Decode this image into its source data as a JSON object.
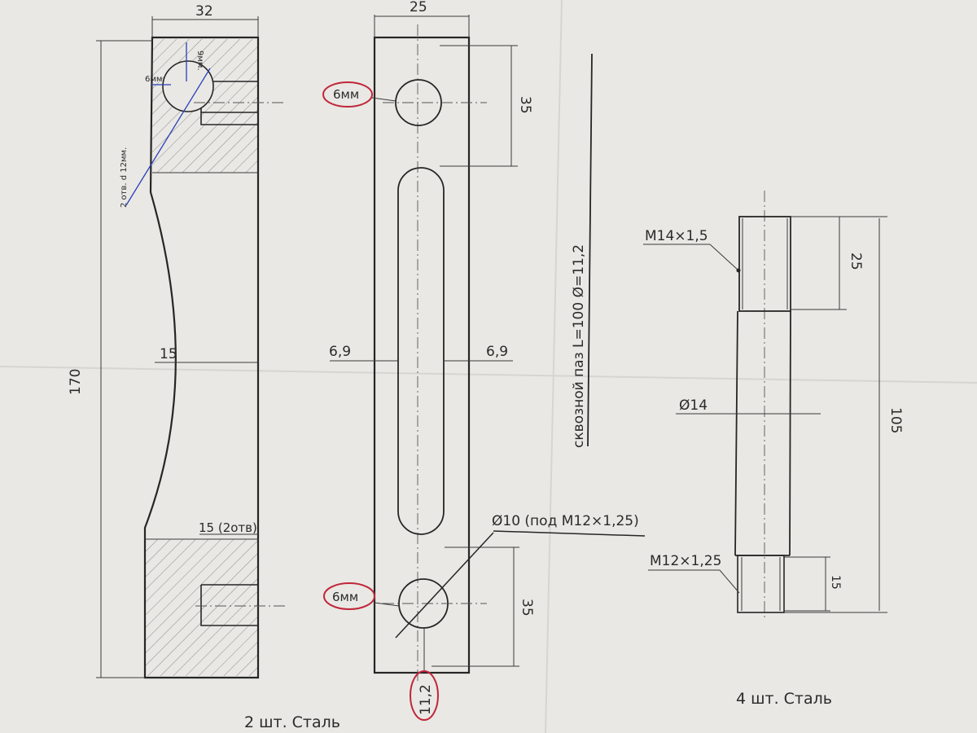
{
  "part2": {
    "side_view": {
      "dim_width": "32",
      "dim_height": "170",
      "dim_waist": "15",
      "dim_hole_depth": "15 (2отв)",
      "note_hole": "2 отв. d 12мм.",
      "note_9mm": "9мм.",
      "note_6mm": "6мм."
    },
    "front_view": {
      "dim_width": "25",
      "dim_top_35": "35",
      "dim_bottom_35": "35",
      "dim_left_edge": "6,9",
      "dim_right_edge": "6,9",
      "callout_hole": "Ø10 (под М12×1,25)",
      "label_top_hole": "6мм",
      "label_bottom_hole": "6мм",
      "label_bottom_value": "11,2"
    },
    "slot_note": "сквозной паз  L=100  Ø=11,2",
    "caption": "2 шт. Сталь"
  },
  "part4": {
    "thread_top": "М14×1,5",
    "dim_thread_top": "25",
    "dim_diameter": "Ø14",
    "dim_length": "105",
    "thread_bottom": "М12×1,25",
    "dim_thread_bottom": "15",
    "caption": "4 шт. Сталь"
  },
  "colors": {
    "paper": "#e9e8e4",
    "ink": "#262626",
    "annotation_blue": "#2b3fb8",
    "highlight_red": "#c0263a"
  }
}
